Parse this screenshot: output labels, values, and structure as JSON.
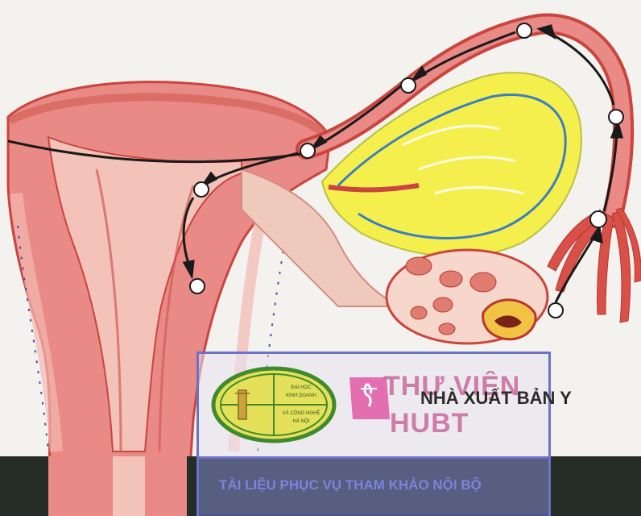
{
  "image": {
    "subject": "uterus-ovary-fallopian-tube-illustration"
  },
  "watermark": {
    "library_title": "THƯ VIỆN",
    "library_sub": "HUBT",
    "publisher": "NHÀ XUẤT BẢN Y",
    "stamp_note": "TÀI LIỆU PHỤC VỤ THAM KHẢO NỘI BỘ",
    "logo_text": [
      "ĐẠI HỌC",
      "KINH DOANH",
      "VÀ CÔNG NGHỆ",
      "HÀ NỘI"
    ]
  },
  "colors": {
    "tissue": "#e98a86",
    "tissue_dark": "#c9453e",
    "cavity": "#f3c2b8",
    "ovary_fill": "#f5ef4e",
    "band": "#262c28",
    "stamp_border": "#6b72c8",
    "logo_green": "#3f8a2d",
    "logo_yellow": "#e4e05a"
  }
}
